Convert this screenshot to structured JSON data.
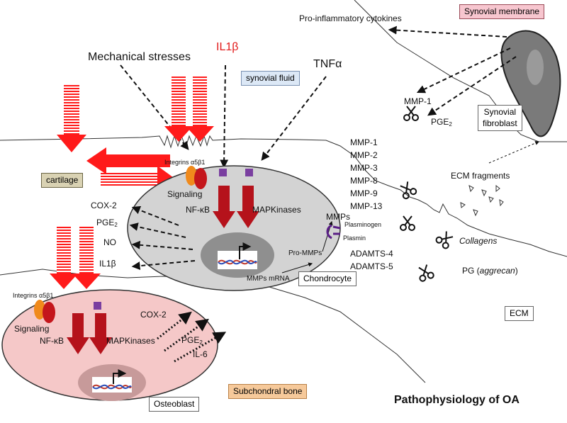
{
  "labels": {
    "pro_inflammatory": "Pro-inflammatory cytokines",
    "synovial_membrane": "Synovial membrane",
    "mechanical_stresses": "Mechanical stresses",
    "il1b_top": "IL1β",
    "tnfa": "TNFα",
    "synovial_fluid": "synovial fluid",
    "mmp1_top": "MMP-1",
    "pge_top": "PGE",
    "synovial_fibroblast_1": "Synovial",
    "synovial_fibroblast_2": "fibroblast",
    "mmp_list": [
      "MMP-1",
      "MMP-2",
      "MMP-3",
      "MMP-8",
      "MMP-9",
      "MMP-13"
    ],
    "ecm_fragments": "ECM fragments",
    "cartilage": "cartilage",
    "integrins_top": "Integrins α5β1",
    "signaling_top": "Signaling",
    "nfkb_top": "NF-κB",
    "mapk_top": "MAPKinases",
    "cox2_left": "COX-2",
    "pge2_left": "PGE",
    "no_left": "NO",
    "il1b_left": "IL1β",
    "mmps": "MMPs",
    "plasminogen": "Plasminogen",
    "plasmin": "Plasmin",
    "pro_mmps": "Pro-MMPs",
    "mmps_mrna": "MMPs mRNA",
    "adamts4": "ADAMTS-4",
    "adamts5": "ADAMTS-5",
    "collagens": "Collagens",
    "pg_aggrecan_a": "PG (",
    "pg_aggrecan_b": "aggrecan",
    "pg_aggrecan_c": ")",
    "chondrocyte": "Chondrocyte",
    "ecm": "ECM",
    "integrins_bottom": "Integrins α5β1",
    "signaling_bottom": "Signaling",
    "nfkb_bottom": "NF-κB",
    "mapk_bottom": "MAPKinases",
    "cox2_bottom": "COX-2",
    "pge2_bottom": "PGE",
    "il6_bottom": "IL-6",
    "osteoblast": "Osteoblast",
    "subchondral_bone": "Subchondral bone",
    "title": "Pathophysiology of OA",
    "subscript_2": "2"
  },
  "colors": {
    "red_arrow": "#ff1a1a",
    "dark_red_arrow": "#b5121b",
    "chondrocyte_cell": "#d3d3d3",
    "osteoblast_cell": "#f5c8c8",
    "nucleus_chondro": "#8f8f8f",
    "nucleus_osteo": "#c79a9a",
    "receptor_purple": "#7a3fa0",
    "integrin_orange": "#f08a1c",
    "integrin_red": "#c4161c",
    "fibroblast": "#7a7a7a"
  }
}
